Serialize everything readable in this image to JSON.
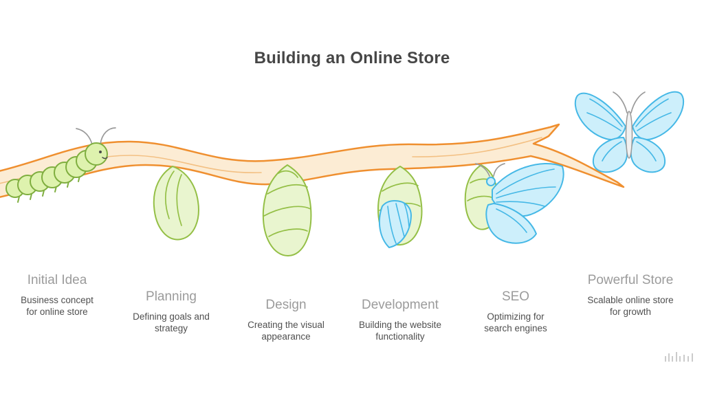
{
  "title": "Building an Online Store",
  "stages": [
    {
      "label": "Initial Idea",
      "description": "Business concept\nfor online store"
    },
    {
      "label": "Planning",
      "description": "Defining goals and\nstrategy"
    },
    {
      "label": "Design",
      "description": "Creating the visual\nappearance"
    },
    {
      "label": "Development",
      "description": "Building the website\nfunctionality"
    },
    {
      "label": "SEO",
      "description": "Optimizing for\nsearch engines"
    },
    {
      "label": "Powerful Store",
      "description": "Scalable online store\nfor growth"
    }
  ],
  "illustrations": [
    "branch",
    "caterpillar",
    "chrysalis-small",
    "chrysalis-large",
    "chrysalis-hatching",
    "butterfly-emerging",
    "butterfly"
  ],
  "colors": {
    "branch_stroke": "#ef8f2f",
    "branch_fill": "#fcecd4",
    "green_stroke": "#94bf46",
    "green_fill": "#e9f5cf",
    "caterpillar_fill": "#def2ae",
    "blue_stroke": "#45b8e6",
    "blue_fill": "#cdeffb",
    "title_text": "#464646",
    "label_text": "#9b9b9b",
    "description_text": "#4f4f4f"
  }
}
